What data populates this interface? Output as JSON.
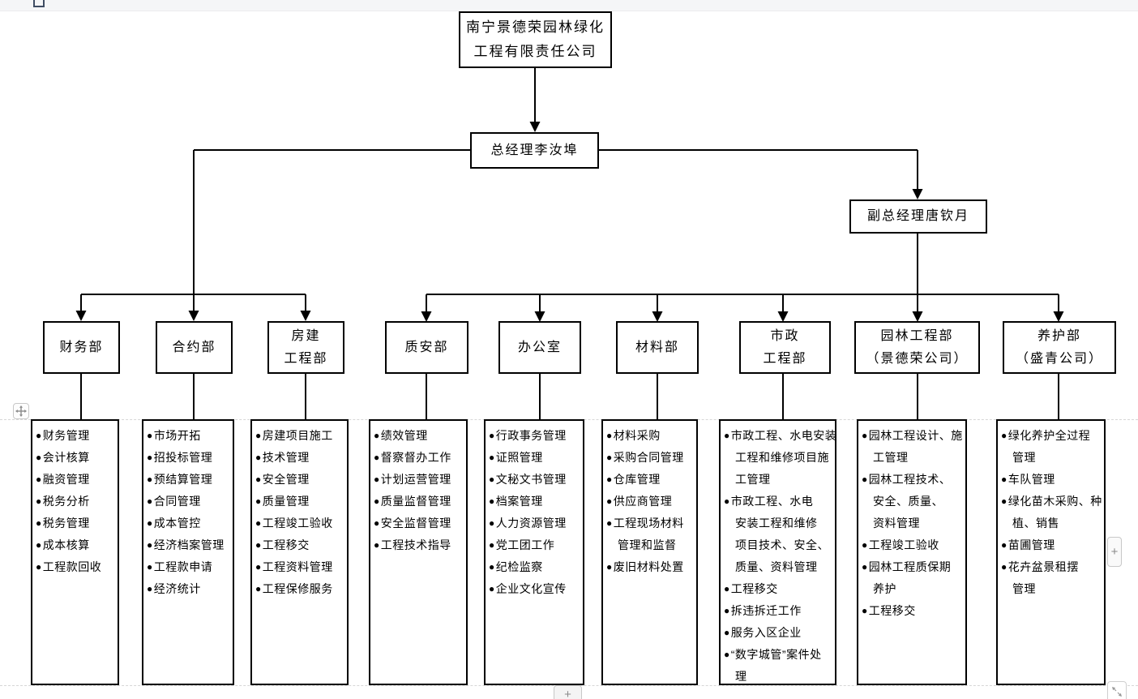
{
  "page": {
    "background": "#ffffff",
    "topbar_color": "#f5f6f7",
    "canvas_dash_color": "#d7d7d7",
    "line_color": "#000000"
  },
  "org": {
    "root": {
      "lines": [
        "南宁景德荣园林绿化",
        "工程有限责任公司"
      ]
    },
    "general_manager": {
      "label": "总经理李汝埠"
    },
    "deputy_manager": {
      "label": "副总经理唐钦月"
    },
    "departments": [
      {
        "name_lines": [
          "财务部"
        ],
        "items": [
          [
            "财务管理"
          ],
          [
            "会计核算"
          ],
          [
            "融资管理"
          ],
          [
            "税务分析"
          ],
          [
            "税务管理"
          ],
          [
            "成本核算"
          ],
          [
            "工程款回收"
          ]
        ]
      },
      {
        "name_lines": [
          "合约部"
        ],
        "items": [
          [
            "市场开拓"
          ],
          [
            "招投标管理"
          ],
          [
            "预结算管理"
          ],
          [
            "合同管理"
          ],
          [
            "成本管控"
          ],
          [
            "经济档案管理"
          ],
          [
            "工程款申请"
          ],
          [
            "经济统计"
          ]
        ]
      },
      {
        "name_lines": [
          "房建",
          "工程部"
        ],
        "items": [
          [
            "房建项目施工"
          ],
          [
            "技术管理"
          ],
          [
            "安全管理"
          ],
          [
            "质量管理"
          ],
          [
            "工程竣工验收"
          ],
          [
            "工程移交"
          ],
          [
            "工程资料管理"
          ],
          [
            "工程保修服务"
          ]
        ]
      },
      {
        "name_lines": [
          "质安部"
        ],
        "items": [
          [
            "绩效管理"
          ],
          [
            "督察督办工作"
          ],
          [
            "计划运营管理"
          ],
          [
            "质量监督管理"
          ],
          [
            "安全监督管理"
          ],
          [
            "工程技术指导"
          ]
        ]
      },
      {
        "name_lines": [
          "办公室"
        ],
        "items": [
          [
            "行政事务管理"
          ],
          [
            "证照管理"
          ],
          [
            "文秘文书管理"
          ],
          [
            "档案管理"
          ],
          [
            "人力资源管理"
          ],
          [
            "党工团工作"
          ],
          [
            "纪检监察"
          ],
          [
            "企业文化宣传"
          ]
        ]
      },
      {
        "name_lines": [
          "材料部"
        ],
        "items": [
          [
            "材料采购"
          ],
          [
            "采购合同管理"
          ],
          [
            "仓库管理"
          ],
          [
            "供应商管理"
          ],
          [
            "工程现场材料",
            "管理和监督"
          ],
          [
            "废旧材料处置"
          ]
        ]
      },
      {
        "name_lines": [
          "市政",
          "工程部"
        ],
        "items": [
          [
            "市政工程、水电安装",
            "工程和维修项目施",
            "工管理"
          ],
          [
            "市政工程、水电",
            "安装工程和维修",
            "项目技术、安全、",
            "质量、资料管理"
          ],
          [
            "工程移交"
          ],
          [
            "拆违拆迁工作"
          ],
          [
            "服务入区企业"
          ],
          [
            "“数字城管”案件处",
            "理"
          ]
        ]
      },
      {
        "name_lines": [
          "园林工程部",
          "（景德荣公司）"
        ],
        "items": [
          [
            "园林工程设计、施",
            "工管理"
          ],
          [
            "园林工程技术、",
            "安全、质量、",
            "资料管理"
          ],
          [
            "工程竣工验收"
          ],
          [
            "园林工程质保期",
            "养护"
          ],
          [
            "工程移交"
          ]
        ]
      },
      {
        "name_lines": [
          "养护部",
          "（盛青公司）"
        ],
        "items": [
          [
            "绿化养护全过程",
            "管理"
          ],
          [
            "车队管理"
          ],
          [
            "绿化苗木采购、种",
            "植、销售"
          ],
          [
            "苗圃管理"
          ],
          [
            "花卉盆景租摆",
            "管理"
          ]
        ]
      }
    ],
    "bullet_glyph": "●"
  },
  "controls": {
    "move_handle_icon": "move-cross-icon",
    "side_plus_label": "+",
    "bottom_plus_label": "+",
    "corner_resize_icon": "diagonal-resize-icon"
  }
}
